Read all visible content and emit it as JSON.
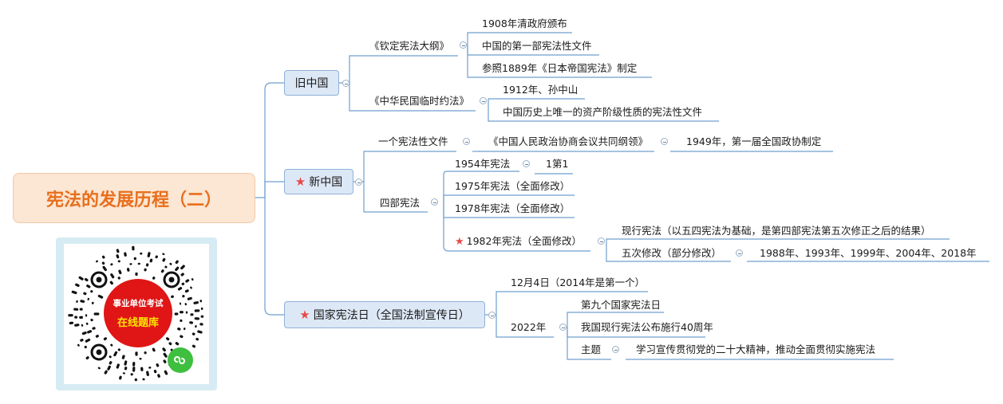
{
  "root": {
    "title": "宪法的发展历程（二）"
  },
  "branches": {
    "old_china": "旧中国",
    "new_china": "新中国",
    "constitution_day": "国家宪法日（全国法制宣传日）"
  },
  "old_china": {
    "qinding": {
      "label": "《钦定宪法大纲》",
      "items": [
        "1908年清政府颁布",
        "中国的第一部宪法性文件",
        "参照1889年《日本帝国宪法》制定"
      ]
    },
    "linshi": {
      "label": "《中华民国临时约法》",
      "items": [
        "1912年、孙中山",
        "中国历史上唯一的资产阶级性质的宪法性文件"
      ]
    }
  },
  "new_china": {
    "doc": {
      "label": "一个宪法性文件",
      "name": "《中国人民政治协商会议共同纲领》",
      "detail": "1949年，第一届全国政协制定"
    },
    "four": {
      "label": "四部宪法",
      "c1954": "1954年宪法",
      "c1954_note": "1第1",
      "c1975": "1975年宪法（全面修改）",
      "c1978": "1978年宪法（全面修改）",
      "c1982": "1982年宪法（全面修改）",
      "current": "现行宪法（以五四宪法为基础，是第四部宪法第五次修正之后的结果）",
      "amend": "五次修改（部分修改）",
      "amend_years": "1988年、1993年、1999年、2004年、2018年"
    }
  },
  "constitution_day": {
    "date": "12月4日（2014年是第一个）",
    "y2022": "2022年",
    "ninth": "第九个国家宪法日",
    "forty": "我国现行宪法公布施行40周年",
    "theme": "主题",
    "theme_text": "学习宣传贯彻党的二十大精神，推动全面贯彻实施宪法"
  },
  "qr": {
    "line1": "事业单位考试",
    "line2": "在线题库"
  },
  "colors": {
    "root_text": "#e86f1c",
    "root_fill": "#fce6d4",
    "branch_fill": "#dde8f6",
    "line": "#6f9fcf",
    "star": "#e84a4a",
    "qr_red": "#e01515"
  }
}
